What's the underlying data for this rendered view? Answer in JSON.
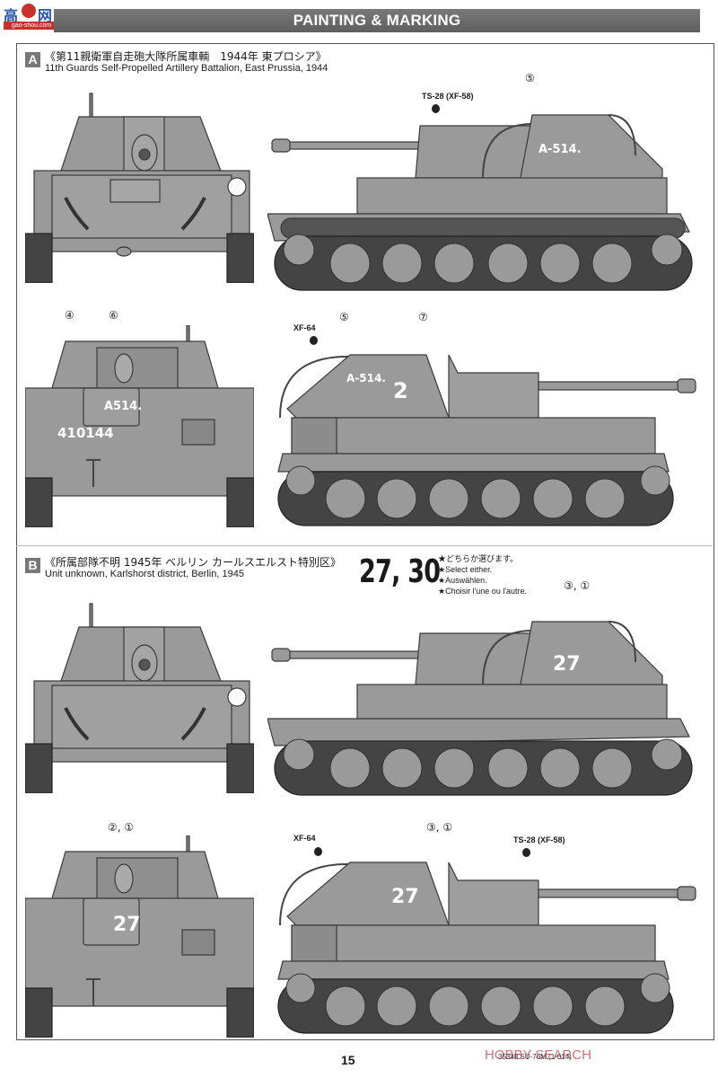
{
  "header": {
    "title": "PAINTING & MARKING",
    "logo": {
      "char1": "高",
      "char2": "网",
      "sub": "gao-shou.com"
    }
  },
  "sections": [
    {
      "badge": "A",
      "title_jp": "《第11親衛軍自走砲大隊所属車輌　1944年 東プロシア》",
      "title_en": "11th Guards Self-Propelled Artillery Battalion, East Prussia, 1944",
      "views": {
        "front": {
          "callouts": []
        },
        "side_right": {
          "paint": "TS-28 (XF-58)",
          "callouts": [
            "⑤"
          ],
          "marking": "A-514."
        },
        "rear": {
          "callouts": [
            "④",
            "⑥"
          ],
          "markings": [
            "A514.",
            "410144"
          ]
        },
        "side_left": {
          "paint": "XF-64",
          "callouts": [
            "⑤",
            "⑦"
          ],
          "markings": [
            "A-514.",
            "2"
          ]
        }
      }
    },
    {
      "badge": "B",
      "title_jp": "《所属部隊不明 1945年 ベルリン カールスエルスト特別区》",
      "title_en": "Unit unknown, Karlshorst district, Berlin, 1945",
      "number_choice": "27, 30",
      "notes": [
        "★どちらか選びます。",
        "★Select either.",
        "★Auswählen.",
        "★Choisir l'une ou l'autre."
      ],
      "views": {
        "front": {
          "callouts": []
        },
        "side_right": {
          "callouts": [
            "③, ①"
          ],
          "marking": "27"
        },
        "rear": {
          "callouts": [
            "②, ①"
          ],
          "marking": "27"
        },
        "side_left": {
          "paint_left": "XF-64",
          "paint_right": "TS-28 (XF-58)",
          "callouts": [
            "③, ①"
          ],
          "marking": "27"
        }
      }
    }
  ],
  "footer": {
    "page_number": "15",
    "watermark": "HOBBY SEARCH",
    "code": "35348 SU-76M (1-014)"
  },
  "colors": {
    "tank_body": "#9a9a9a",
    "tank_outline": "#3a3a3a",
    "header_bar": "#6a6a6a",
    "badge": "#777777"
  }
}
